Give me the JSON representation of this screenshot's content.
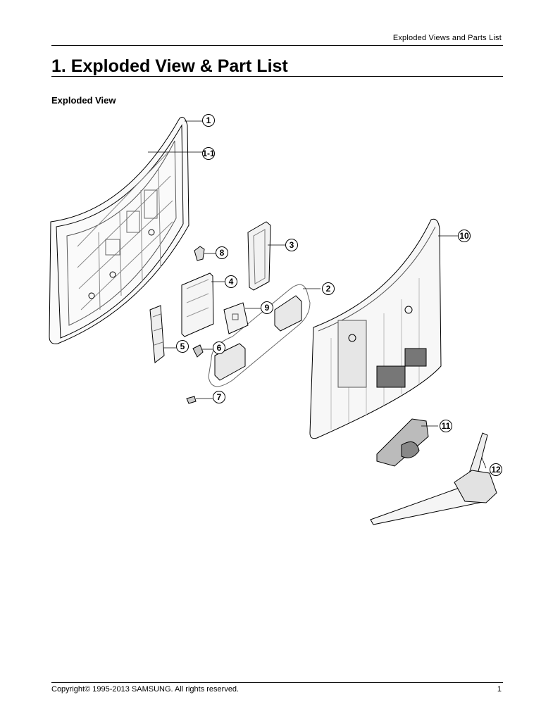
{
  "header": {
    "running_title": "Exploded Views and Parts List"
  },
  "page": {
    "title": "1.  Exploded View & Part List",
    "subtitle": "Exploded View"
  },
  "callouts": [
    "1",
    "1-1",
    "2",
    "3",
    "4",
    "5",
    "6",
    "7",
    "8",
    "9",
    "10",
    "11",
    "12"
  ],
  "footer": {
    "copyright": "Copyright© 1995-2013 SAMSUNG. All rights reserved.",
    "page_number": "1"
  }
}
